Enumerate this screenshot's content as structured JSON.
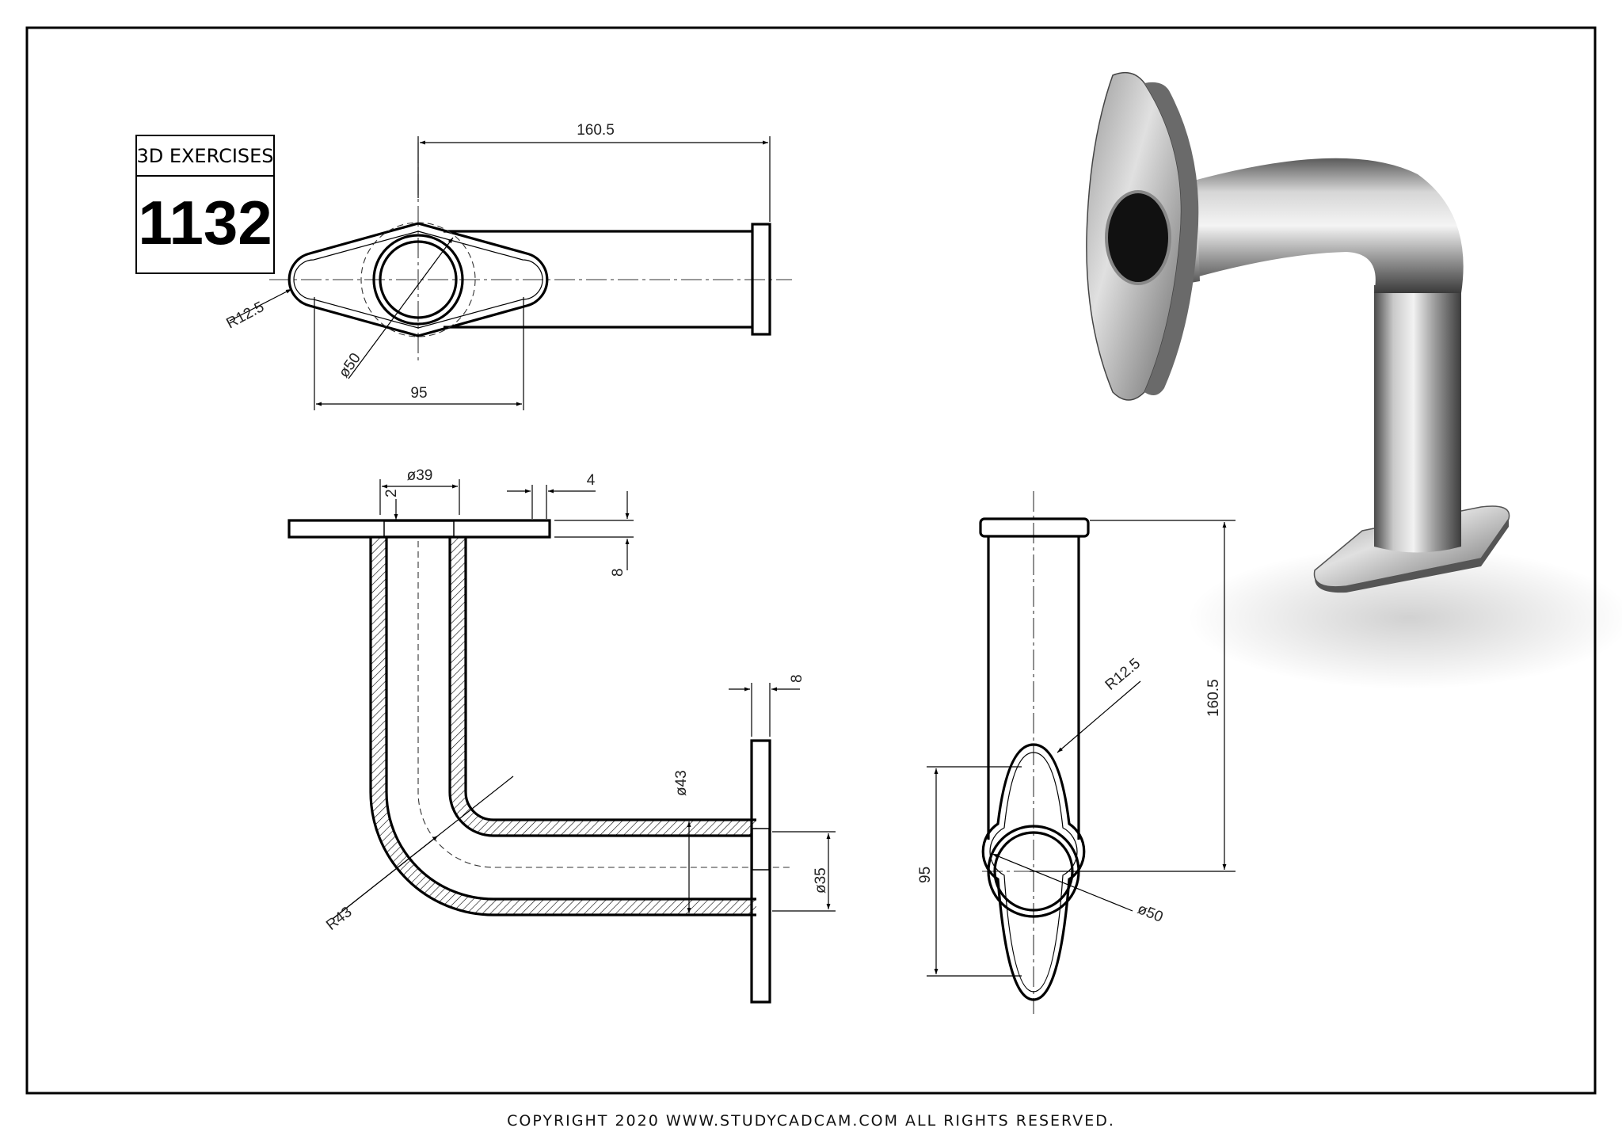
{
  "title_block": {
    "label": "3D EXERCISES",
    "number": "1132"
  },
  "top_view": {
    "dim_length": "160.5",
    "dim_width": "95",
    "dim_radius": "R12.5",
    "dim_diameter": "ø50"
  },
  "section_view": {
    "dim_inner_dia": "ø39",
    "dim_flange_offset": "4",
    "dim_wall": "2",
    "dim_flange_thickness": "8",
    "dim_right_flange_thickness": "8",
    "dim_outer_dia": "ø43",
    "dim_bore_dia": "ø35",
    "dim_bend_radius": "R43"
  },
  "side_view": {
    "dim_height": "160.5",
    "dim_width": "95",
    "dim_radius": "R12.5",
    "dim_diameter": "ø50"
  },
  "footer": {
    "copyright": "COPYRIGHT   2020 WWW.STUDYCADCAM.COM ALL RIGHTS RESERVED."
  }
}
